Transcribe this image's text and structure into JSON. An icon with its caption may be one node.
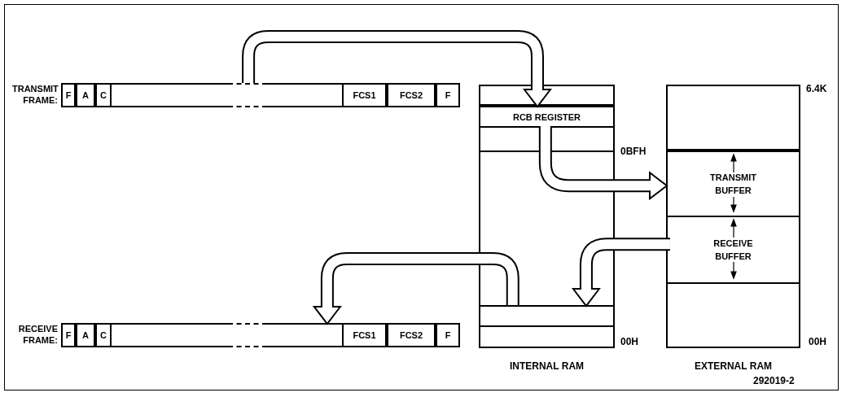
{
  "diagram": {
    "nodes": [
      {
        "text": [
          "TRANSMIT FRAME:"
        ]
      },
      {
        "text": [
          "F"
        ],
        "in": 0
      },
      {
        "text": [
          "A"
        ],
        "in": 0
      },
      {
        "text": [
          "C"
        ],
        "in": 0
      },
      {
        "text": [],
        "shape": "box",
        "in": 0
      },
      {
        "text": [
          "FCS1"
        ],
        "in": 0
      },
      {
        "text": [
          "FCS2"
        ],
        "in": 0
      },
      {
        "text": [
          "F"
        ],
        "in": 0
      },
      {
        "text": [
          "RECEIVE FRAME:"
        ]
      },
      {
        "text": [
          "F"
        ],
        "in": 8
      },
      {
        "text": [
          "A"
        ],
        "in": 8
      },
      {
        "text": [
          "C"
        ],
        "in": 8
      },
      {
        "text": [],
        "shape": "box",
        "in": 8
      },
      {
        "text": [
          "FCS1"
        ],
        "in": 8
      },
      {
        "text": [
          "FCS2"
        ],
        "in": 8
      },
      {
        "text": [
          "F"
        ],
        "in": 8
      },
      {
        "text": [
          "INTERNAL RAM"
        ],
        "beside": [
          "0BFH",
          "00H"
        ]
      },
      {
        "text": [],
        "shape": "box",
        "in": 16
      },
      {
        "text": [
          "RCB REGISTER"
        ],
        "in": 16
      },
      {
        "text": [],
        "shape": "box",
        "in": 16
      },
      {
        "text": [
          "EXTERNAL RAM"
        ],
        "beside": [
          "6.4K",
          "00H"
        ]
      },
      {
        "text": [],
        "shape": "box",
        "in": 20
      },
      {
        "text": [
          "TRANSMIT BUFFER"
        ],
        "in": 20
      },
      {
        "text": [
          "RECEIVE BUFFER"
        ],
        "in": 20
      }
    ],
    "edges": [
      {
        "from": 4,
        "to": 17,
        "arrow": "to"
      },
      {
        "from": 18,
        "to": 22,
        "arrow": "to"
      },
      {
        "from": 23,
        "to": 19,
        "arrow": "to"
      },
      {
        "from": 19,
        "to": 12,
        "arrow": "to"
      }
    ],
    "labels": [
      "292019-2"
    ]
  }
}
